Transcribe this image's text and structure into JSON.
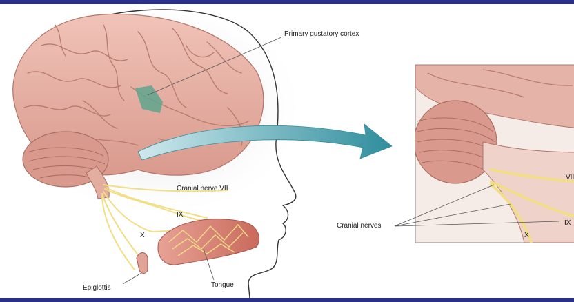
{
  "labels": {
    "primary_gustatory_cortex": "Primary gustatory cortex",
    "cranial_nerve_vii": "Cranial nerve VII",
    "nerve_ix": "IX",
    "nerve_x": "X",
    "epiglottis": "Epiglottis",
    "tongue": "Tongue",
    "cranial_nerves": "Cranial nerves",
    "inset_vii": "VII",
    "inset_ix": "IX",
    "inset_x": "X"
  },
  "colors": {
    "frame": "#2a2f8a",
    "brain": "#e9b3a7",
    "brain_shadow": "#c98a7d",
    "cortex_area": "#5fa48e",
    "nerve": "#f1de86",
    "arrow": "#2f8d9c",
    "tongue": "#d67b6c"
  }
}
